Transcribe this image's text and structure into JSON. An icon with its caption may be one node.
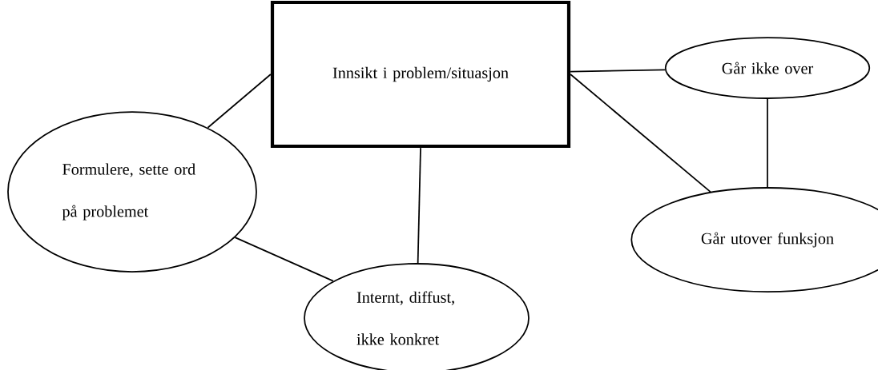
{
  "diagram": {
    "nodes": [
      {
        "text": [
          "Innsikt i problem/situasjon"
        ]
      },
      {
        "text": [
          "Formulere, sette ord på problemet"
        ]
      },
      {
        "text": [
          "Internt, diffust, ikke konkret"
        ]
      },
      {
        "text": [
          "Går ikke over"
        ]
      },
      {
        "text": [
          "Går utover funksjon"
        ]
      }
    ],
    "edges": [
      {
        "from": 0,
        "to": 1,
        "arrow": "none"
      },
      {
        "from": 0,
        "to": 2,
        "arrow": "none"
      },
      {
        "from": 1,
        "to": 2,
        "arrow": "none"
      },
      {
        "from": 0,
        "to": 3,
        "arrow": "none"
      },
      {
        "from": 0,
        "to": 4,
        "arrow": "none"
      },
      {
        "from": 3,
        "to": 4,
        "arrow": "none"
      }
    ]
  }
}
